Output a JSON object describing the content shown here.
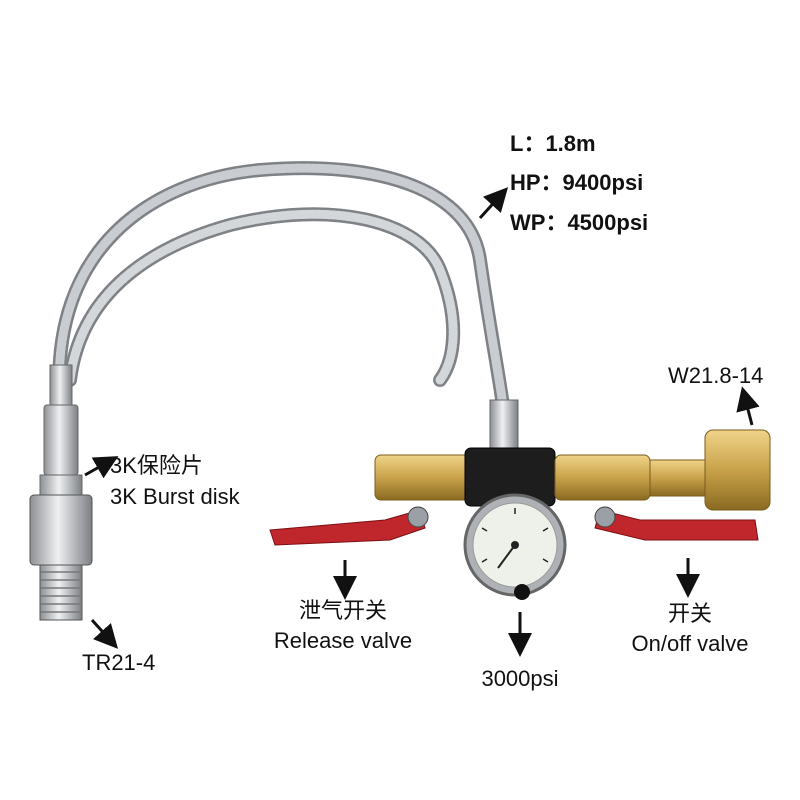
{
  "specs": {
    "length": "L：1.8m",
    "hp": "HP：9400psi",
    "wp": "WP：4500psi"
  },
  "labels": {
    "w21": "W21.8-14",
    "burst_cn": "3K保险片",
    "burst_en": "3K Burst disk",
    "tr21": "TR21-4",
    "release_cn": "泄气开关",
    "release_en": "Release valve",
    "onoff_cn": "开关",
    "onoff_en": "On/off valve",
    "gauge": "3000psi"
  },
  "colors": {
    "brass": "#c9a24a",
    "handle": "#c0272d",
    "steel": "#b9bcbf",
    "arrow": "#111111"
  }
}
